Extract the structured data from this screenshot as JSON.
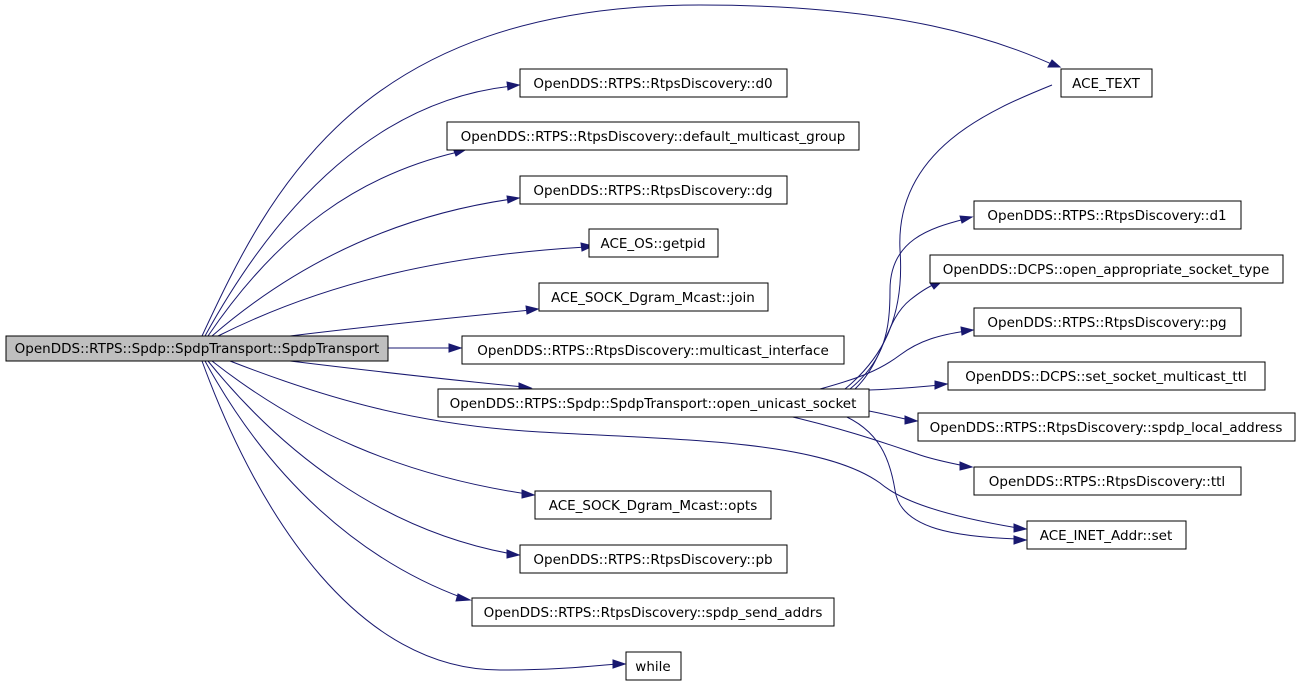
{
  "colors": {
    "edge": "#191970",
    "root_fill": "#bfbfbf",
    "node_fill": "#ffffff",
    "border": "#000000"
  },
  "nodes": {
    "root": "OpenDDS::RTPS::Spdp::SpdpTransport::SpdpTransport",
    "ace_text": "ACE_TEXT",
    "d0": "OpenDDS::RTPS::RtpsDiscovery::d0",
    "default_multicast_group": "OpenDDS::RTPS::RtpsDiscovery::default_multicast_group",
    "dg": "OpenDDS::RTPS::RtpsDiscovery::dg",
    "getpid": "ACE_OS::getpid",
    "join": "ACE_SOCK_Dgram_Mcast::join",
    "multicast_interface": "OpenDDS::RTPS::RtpsDiscovery::multicast_interface",
    "open_unicast_socket": "OpenDDS::RTPS::Spdp::SpdpTransport::open_unicast_socket",
    "opts": "ACE_SOCK_Dgram_Mcast::opts",
    "pb": "OpenDDS::RTPS::RtpsDiscovery::pb",
    "spdp_send_addrs": "OpenDDS::RTPS::RtpsDiscovery::spdp_send_addrs",
    "while": "while",
    "d1": "OpenDDS::RTPS::RtpsDiscovery::d1",
    "open_appropriate_socket_type": "OpenDDS::DCPS::open_appropriate_socket_type",
    "pg": "OpenDDS::RTPS::RtpsDiscovery::pg",
    "set_socket_multicast_ttl": "OpenDDS::DCPS::set_socket_multicast_ttl",
    "spdp_local_address": "OpenDDS::RTPS::RtpsDiscovery::spdp_local_address",
    "ttl": "OpenDDS::RTPS::RtpsDiscovery::ttl",
    "inet_addr_set": "ACE_INET_Addr::set"
  }
}
